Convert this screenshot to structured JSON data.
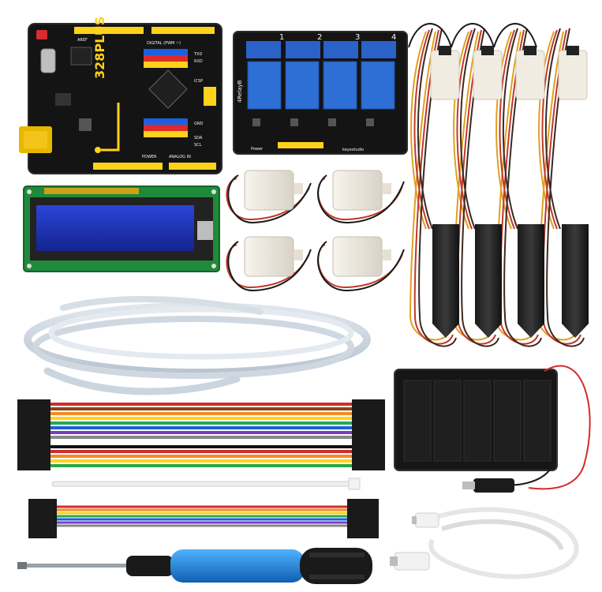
{
  "controller_board": {
    "brand_text": "328PLUS",
    "header_labels": {
      "digital": "DIGITAL (PWM ~)",
      "power": "POWER",
      "analog": "ANALOG IN",
      "tx": "TXD",
      "rx": "RXD",
      "icsp": "ICSP",
      "gnd": "GND",
      "sda": "SDA",
      "scl": "SCL",
      "aref": "AREF"
    }
  },
  "relay_module": {
    "channel_numbers": [
      "1",
      "2",
      "3",
      "4"
    ],
    "model_text": "4RelayB",
    "brand_text": "keyestudio",
    "power_label": "Power"
  },
  "colors": {
    "pcb_black": "#141414",
    "pcb_yellow_header": "#ffd21a",
    "relay_blue": "#2e6fd6",
    "lcd_blue": "#1c2fb8",
    "lcd_pcb_green": "#1f8a3a",
    "screwdriver_blue": "#1f86d8",
    "pump_white": "#ece8df"
  }
}
